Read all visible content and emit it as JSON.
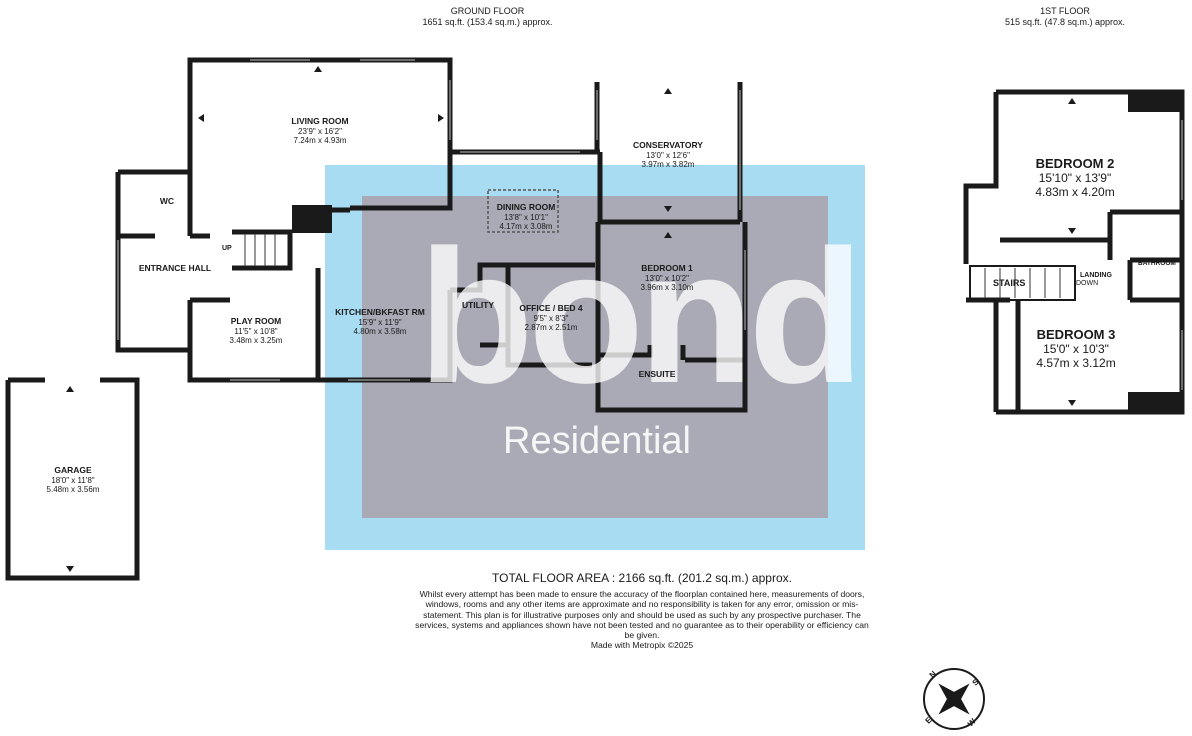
{
  "headers": {
    "ground": {
      "title": "GROUND FLOOR",
      "area": "1651 sq.ft. (153.4 sq.m.) approx."
    },
    "first": {
      "title": "1ST FLOOR",
      "area": "515 sq.ft. (47.8 sq.m.) approx."
    }
  },
  "rooms": {
    "living": {
      "name": "LIVING ROOM",
      "imperial": "23'9\"  x 16'2\"",
      "metric": "7.24m  x 4.93m"
    },
    "conservatory": {
      "name": "CONSERVATORY",
      "imperial": "13'0\"  x 12'6\"",
      "metric": "3.97m  x 3.82m"
    },
    "dining": {
      "name": "DINING ROOM",
      "imperial": "13'8\"  x 10'1\"",
      "metric": "4.17m  x 3.08m"
    },
    "bedroom1": {
      "name": "BEDROOM 1",
      "imperial": "13'0\"  x 10'2\"",
      "metric": "3.96m  x 3.10m"
    },
    "office": {
      "name": "OFFICE / BED 4",
      "imperial": "9'5\"  x 8'3\"",
      "metric": "2.87m  x 2.51m"
    },
    "kitchen": {
      "name": "KITCHEN/BKFAST RM",
      "imperial": "15'9\"  x 11'9\"",
      "metric": "4.80m  x 3.58m"
    },
    "playroom": {
      "name": "PLAY ROOM",
      "imperial": "11'5\"  x 10'8\"",
      "metric": "3.48m  x 3.25m"
    },
    "garage": {
      "name": "GARAGE",
      "imperial": "18'0\"  x 11'8\"",
      "metric": "5.48m  x 3.56m"
    },
    "bedroom2": {
      "name": "BEDROOM 2",
      "imperial": "15'10\"  x 13'9\"",
      "metric": "4.83m  x 4.20m"
    },
    "bedroom3": {
      "name": "BEDROOM 3",
      "imperial": "15'0\"  x 10'3\"",
      "metric": "4.57m  x 3.12m"
    }
  },
  "labels": {
    "entrance": "ENTRANCE HALL",
    "wc": "WC",
    "utility": "UTILITY",
    "ensuite": "ENSUITE",
    "up": "UP",
    "stairs": "STAIRS",
    "landing": "LANDING",
    "down": "DOWN",
    "bathroom": "BATHROOM"
  },
  "watermark": {
    "brand": "bond",
    "sub": "Residential"
  },
  "footer": {
    "total": "TOTAL FLOOR AREA : 2166 sq.ft. (201.2 sq.m.) approx.",
    "disclaimer": "Whilst every attempt has been made to ensure the accuracy of the floorplan contained here, measurements of doors, windows, rooms and any other items are approximate and no responsibility is taken for any error, omission or mis-statement. This plan is for illustrative purposes only and should be used as such by any prospective purchaser. The services, systems and appliances shown have not been tested and no guarantee as to their operability or efficiency can be given.",
    "credit": "Made with Metropix ©2025"
  },
  "compass": {
    "letters": [
      "N",
      "E",
      "S",
      "W"
    ]
  },
  "colors": {
    "wall": "#1a1a1a",
    "watermark_blue": "#a8dcf2",
    "watermark_grey": "#a9aab5"
  }
}
